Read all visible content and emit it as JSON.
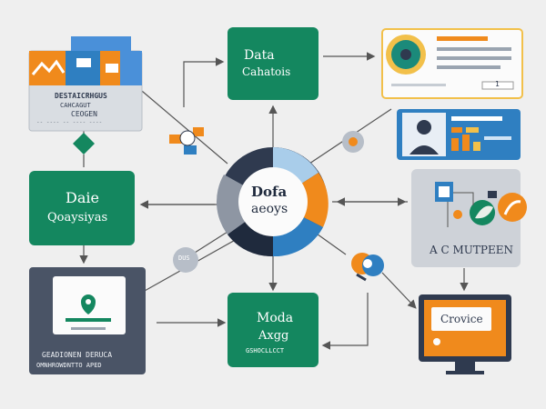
{
  "colors": {
    "background": "#efefef",
    "green": "#14875f",
    "orange": "#f08a1c",
    "navy": "#2f3a4f",
    "blue": "#2f7fc1",
    "light_blue": "#a9cdea",
    "gray": "#8e96a3",
    "gold": "#f2c04a"
  },
  "nodes": {
    "top_green": {
      "line1": "Data",
      "line2": "Cahatois"
    },
    "left_green": {
      "line1": "Daie",
      "line2": "Qoaysiyas"
    },
    "bottom_green": {
      "line1": "Moda",
      "line2": "Axgg",
      "line3": "GSHOCLLCCT"
    },
    "hub": {
      "line1": "Dofa",
      "line2": "aeoys"
    },
    "top_left_card": {
      "heading": "DESTAICRHGUS",
      "line1": "CAHCAGUT",
      "line2": "CEOGEN",
      "line3": "-- ---- -- ---- ----"
    },
    "bottom_left_card": {
      "line1": "GEADIONEN DERUCA",
      "line2": "OMNHROWDNTTO APED"
    },
    "right_gray": {
      "label": "A C MUTPEEN"
    },
    "monitor": {
      "label": "Crovice"
    },
    "small_badge": {
      "label": "DUS"
    },
    "top_right_card": {
      "value": "1"
    }
  },
  "icons": [
    "diamond-icon",
    "chat-bubble-icon",
    "user-icon",
    "pin-icon",
    "document-icon",
    "gear-icon",
    "leaf-icon",
    "monitor-icon",
    "circle-badge-icon"
  ]
}
